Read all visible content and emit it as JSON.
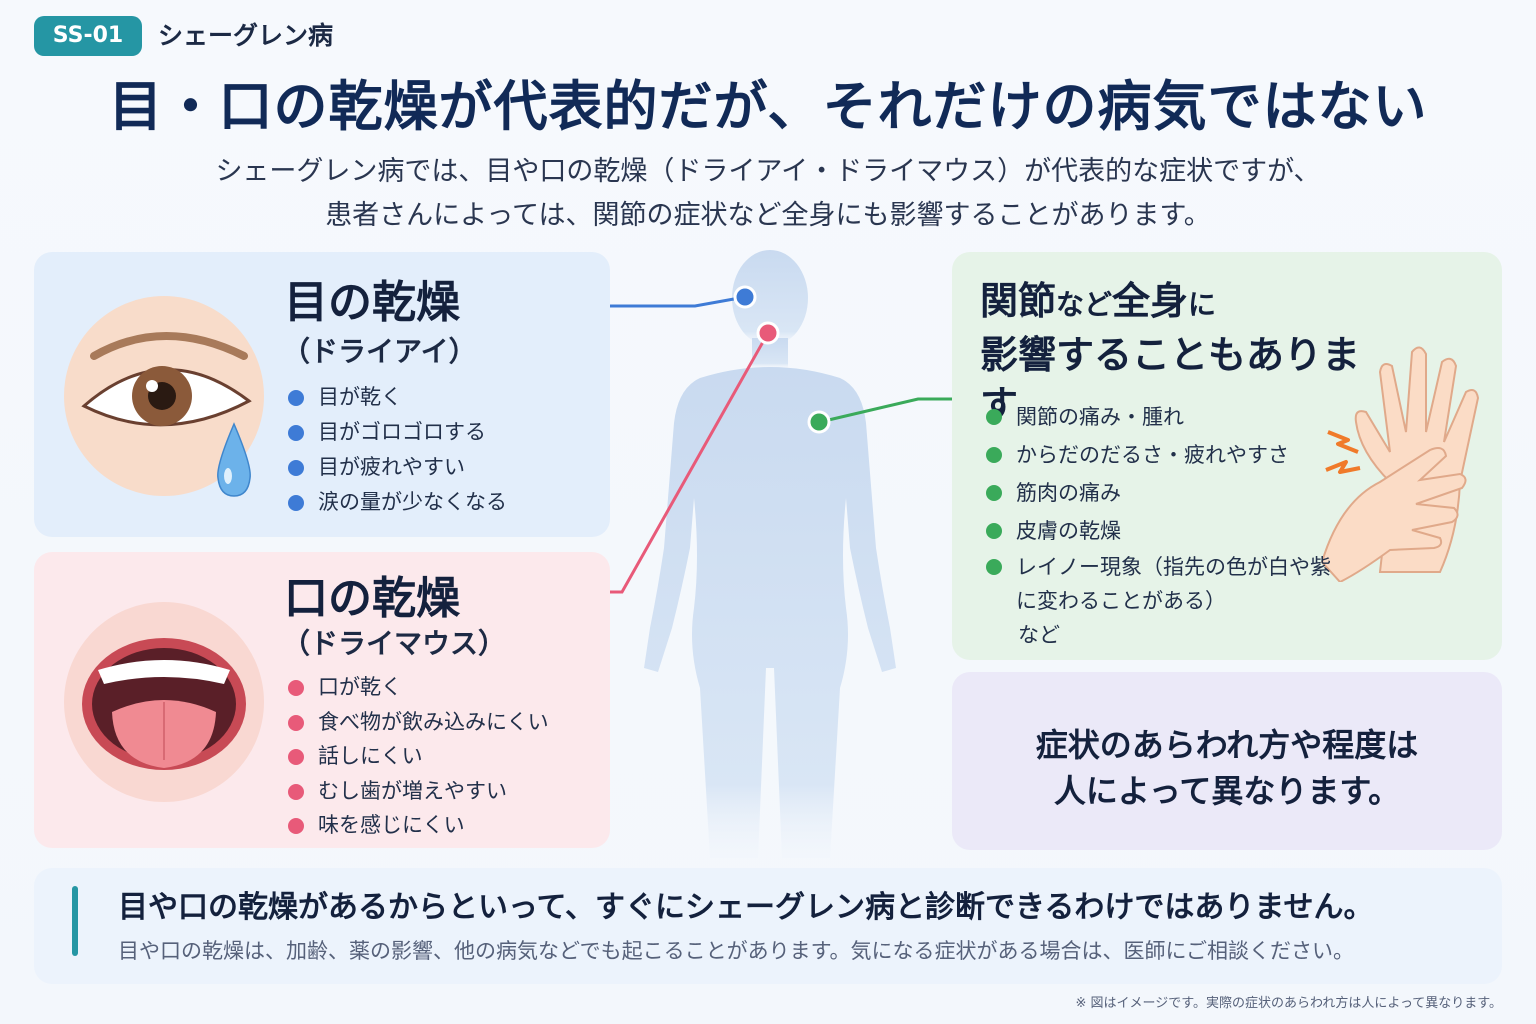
{
  "header": {
    "badge": "SS-01",
    "tag_title": "シェーグレン病",
    "main_title": "目・口の乾燥が代表的だが、それだけの病気ではない",
    "lead_line1": "シェーグレン病では、目や口の乾燥（ドライアイ・ドライマウス）が代表的な症状ですが、",
    "lead_line2": "患者さんによっては、関節の症状など全身にも影響することがあります。"
  },
  "eye_panel": {
    "title": "目の乾燥",
    "subtitle": "（ドライアイ）",
    "items": [
      "目が乾く",
      "目がゴロゴロする",
      "目が疲れやすい",
      "涙の量が少なくなる"
    ],
    "color": "#3e7bd6"
  },
  "mouth_panel": {
    "title": "口の乾燥",
    "subtitle": "（ドライマウス）",
    "items": [
      "口が乾く",
      "食べ物が飲み込みにくい",
      "話しにくい",
      "むし歯が増えやすい",
      "味を感じにくい"
    ],
    "color": "#e85a79"
  },
  "joint_panel": {
    "title_a": "関節",
    "title_b": "など",
    "title_c": "全身",
    "title_d": "に",
    "title_line2": "影響することもあります",
    "items": [
      "関節の痛み・腫れ",
      "からだのだるさ・疲れやすさ",
      "筋肉の痛み",
      "皮膚の乾燥",
      "レイノー現象（指先の色が白や紫に変わることがある）"
    ],
    "etc": "など",
    "color": "#3aaa5a"
  },
  "note_panel": {
    "line1": "症状のあらわれ方や程度は",
    "line2": "人によって異なります。"
  },
  "bottom_panel": {
    "heading": "目や口の乾燥があるからといって、すぐにシェーグレン病と診断できるわけではありません。",
    "body": "目や口の乾燥は、加齢、薬の影響、他の病気などでも起こることがあります。気になる症状がある場合は、医師にご相談ください。"
  },
  "footnote": "※ 図はイメージです。実際の症状のあらわれ方は人によって異なります。",
  "icons": {
    "eye": "eye-illustration-icon",
    "tear": "tear-drop-icon",
    "mouth": "open-mouth-icon",
    "hands": "hands-icon",
    "pain": "pain-spark-icon",
    "body": "human-body-silhouette-icon"
  },
  "colors": {
    "accent": "#2596a4",
    "title": "#112a57"
  }
}
